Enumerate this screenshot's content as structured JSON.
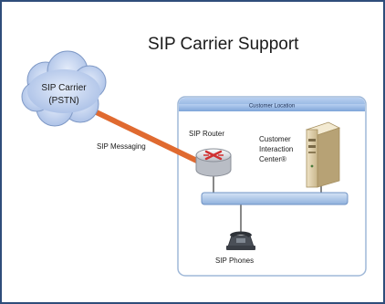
{
  "slide": {
    "title": "SIP Carrier Support"
  },
  "carrier": {
    "line1": "SIP Carrier",
    "line2": "(PSTN)"
  },
  "link_label": "SIP Messaging",
  "location": {
    "header": "Customer Location"
  },
  "router": {
    "label": "SIP Router"
  },
  "server": {
    "line1": "Customer",
    "line2": "Interaction",
    "line3": "Center®"
  },
  "phones": {
    "label": "SIP Phones"
  },
  "colors": {
    "frame_border": "#2f4d7a",
    "cloud_fill": "#b9cbea",
    "link": "#e06a30",
    "location_header": "#8fb3e0",
    "bus": "#a8c4e6",
    "router_x": "#d03030"
  },
  "icons": {
    "router": "router-icon",
    "server": "server-tower-icon",
    "phone": "desk-phone-icon"
  }
}
